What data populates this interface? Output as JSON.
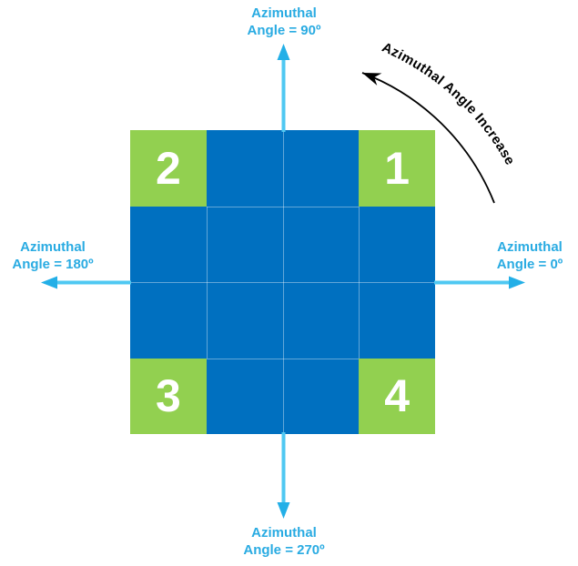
{
  "diagram": {
    "axis_labels": {
      "top": {
        "line1": "Azimuthal",
        "line2": "Angle = 90º"
      },
      "right": {
        "line1": "Azimuthal",
        "line2": "Angle = 0º"
      },
      "left": {
        "line1": "Azimuthal",
        "line2": "Angle = 180º"
      },
      "bottom": {
        "line1": "Azimuthal",
        "line2": "Angle = 270º"
      }
    },
    "rotation_label": "Azimuthal Angle Increase",
    "quadrant_numbers": {
      "top_right": "1",
      "top_left": "2",
      "bottom_left": "3",
      "bottom_right": "4"
    },
    "colors": {
      "cell_blue": "#0070C0",
      "cell_green": "#92D050",
      "grid_line": "rgba(255,255,255,0.38)",
      "axis_label_text": "#29ABE2",
      "arrow_line": "#4FC8F2",
      "arrow_head": "#23AFE7",
      "rotation_arrow": "#000000",
      "quadrant_number_text": "#FFFFFF"
    }
  }
}
